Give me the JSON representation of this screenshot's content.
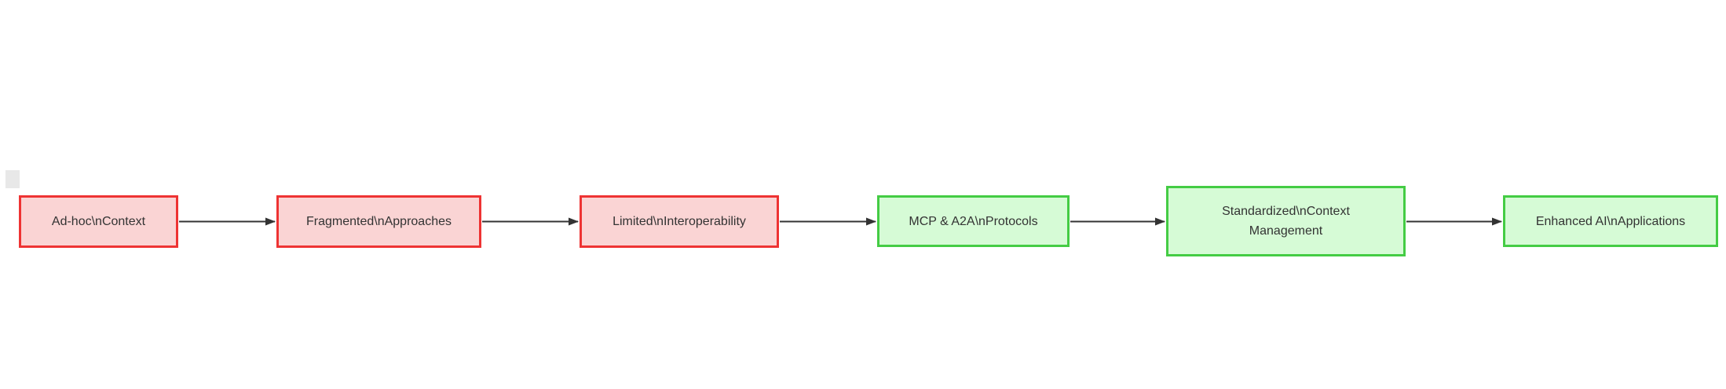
{
  "diagram": {
    "type": "flowchart",
    "direction": "left-to-right",
    "background": "#ffffff",
    "text_color": "#333333",
    "edge_color": "#333333",
    "nodes": [
      {
        "label": "Ad-hoc\\nContext",
        "state": "problem",
        "fill": "#fad4d4",
        "stroke": "#ee3333"
      },
      {
        "label": "Fragmented\\nApproaches",
        "state": "problem",
        "fill": "#fad4d4",
        "stroke": "#ee3333"
      },
      {
        "label": "Limited\\nInteroperability",
        "state": "problem",
        "fill": "#fad4d4",
        "stroke": "#ee3333"
      },
      {
        "label": "MCP & A2A\\nProtocols",
        "state": "solution",
        "fill": "#d6fbd6",
        "stroke": "#44cc44"
      },
      {
        "label": "Standardized\\nContext Management",
        "state": "solution",
        "fill": "#d6fbd6",
        "stroke": "#44cc44"
      },
      {
        "label": "Enhanced AI\\nApplications",
        "state": "solution",
        "fill": "#d6fbd6",
        "stroke": "#44cc44"
      }
    ],
    "edges": [
      {
        "from": "Ad-hoc\\nContext",
        "to": "Fragmented\\nApproaches"
      },
      {
        "from": "Fragmented\\nApproaches",
        "to": "Limited\\nInteroperability"
      },
      {
        "from": "Limited\\nInteroperability",
        "to": "MCP & A2A\\nProtocols"
      },
      {
        "from": "MCP & A2A\\nProtocols",
        "to": "Standardized\\nContext Management"
      },
      {
        "from": "Standardized\\nContext Management",
        "to": "Enhanced AI\\nApplications"
      }
    ],
    "artifact_color": "#e8e8e8"
  }
}
